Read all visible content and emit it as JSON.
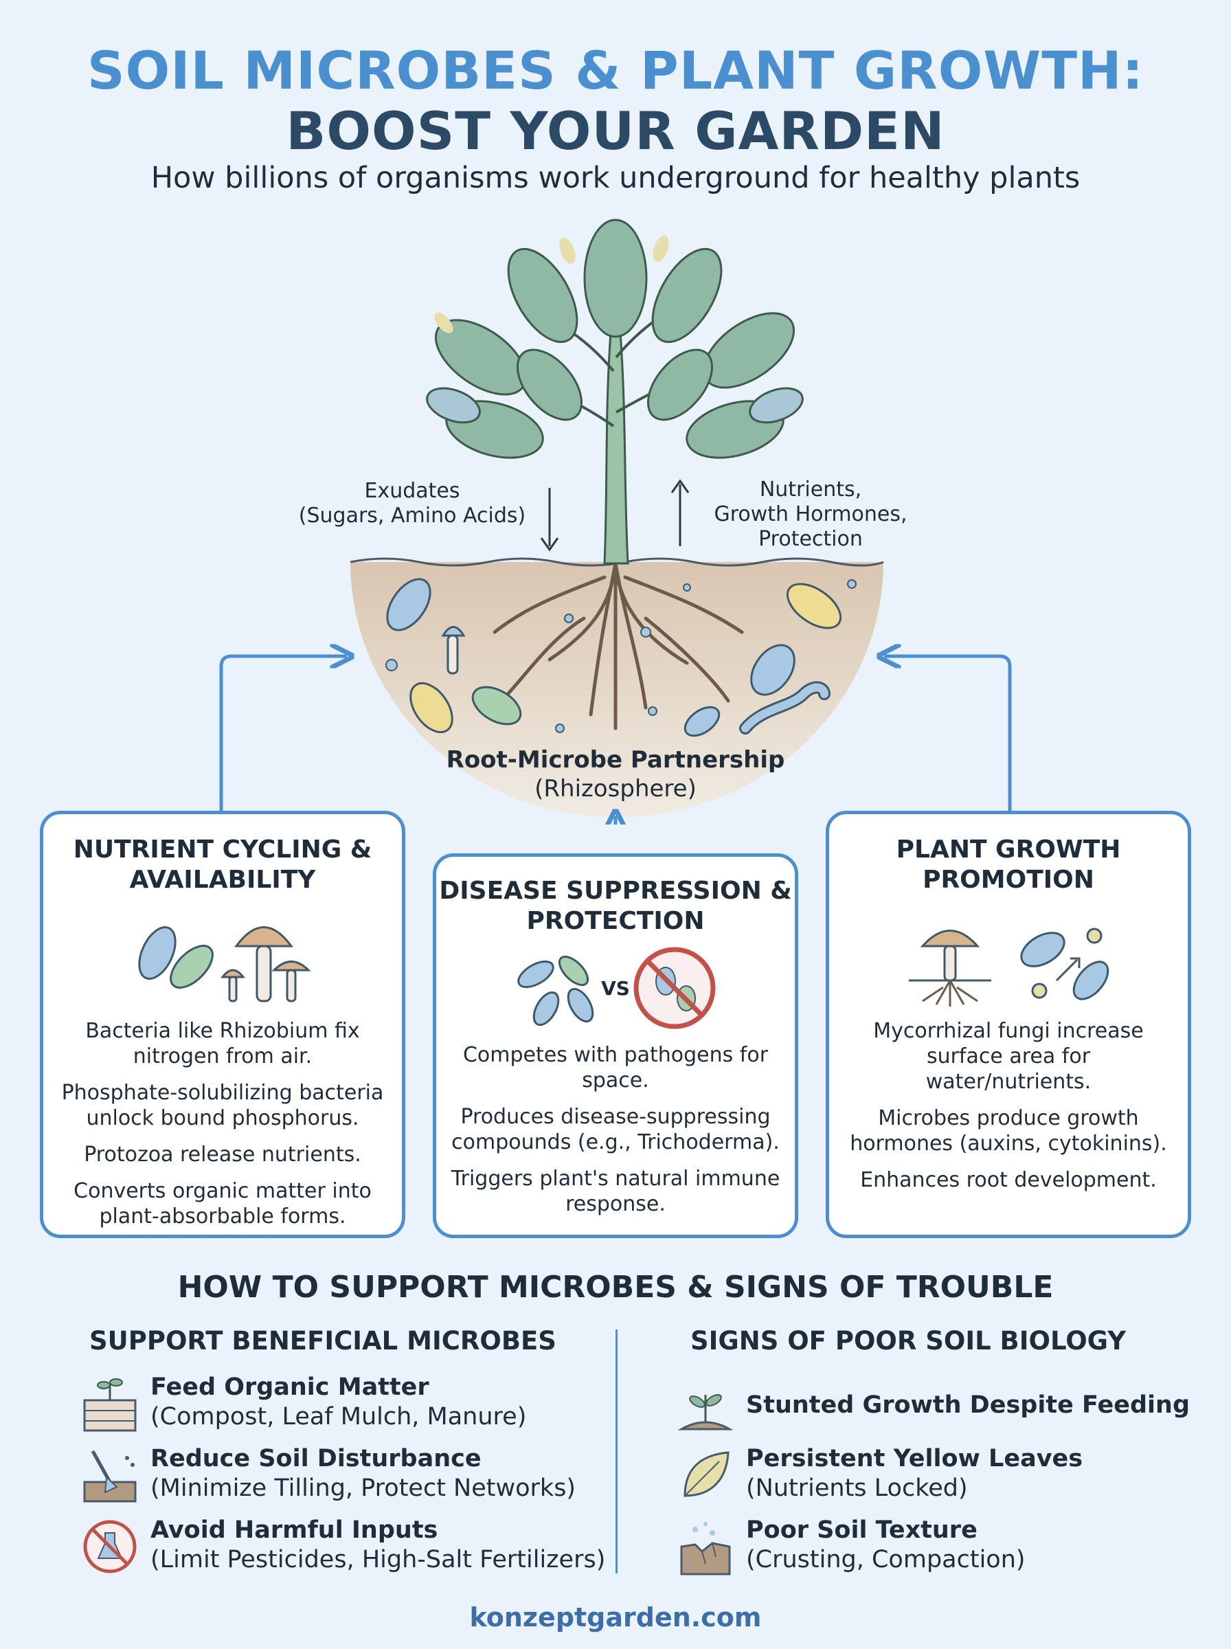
{
  "header": {
    "title_line1": "SOIL MICROBES & PLANT GROWTH:",
    "title_line2": "BOOST YOUR GARDEN",
    "subtitle": "How billions of organisms work underground for healthy plants"
  },
  "hero": {
    "exudates_line1": "Exudates",
    "exudates_line2": "(Sugars, Amino Acids)",
    "nutrients_line1": "Nutrients,",
    "nutrients_line2": "Growth Hormones,",
    "nutrients_line3": "Protection",
    "rhizosphere_title": "Root-Microbe Partnership",
    "rhizosphere_sub": "(Rhizosphere)"
  },
  "cards": {
    "nutrient": {
      "title": "NUTRIENT CYCLING & AVAILABILITY",
      "points": [
        "Bacteria like Rhizobium fix nitrogen from air.",
        "Phosphate-solubilizing bacteria unlock bound phosphorus.",
        "Protozoa release nutrients.",
        "Converts organic matter into plant-absorbable forms."
      ]
    },
    "disease": {
      "title": "DISEASE SUPPRESSION & PROTECTION",
      "vs": "VS",
      "points": [
        "Competes with pathogens for space.",
        "Produces disease-suppressing compounds (e.g., Trichoderma).",
        "Triggers plant's natural immune response."
      ]
    },
    "growth": {
      "title": "PLANT GROWTH PROMOTION",
      "points": [
        "Mycorrhizal fungi increase surface area for water/nutrients.",
        "Microbes produce growth hormones (auxins, cytokinins).",
        "Enhances root development."
      ]
    }
  },
  "support_section": {
    "title": "HOW TO SUPPORT MICROBES & SIGNS OF TROUBLE",
    "support": {
      "title": "SUPPORT BENEFICIAL MICROBES",
      "items": [
        {
          "heading": "Feed Organic Matter",
          "detail": "(Compost, Leaf Mulch, Manure)",
          "icon": "compost-bin-icon"
        },
        {
          "heading": "Reduce Soil Disturbance",
          "detail": "(Minimize Tilling, Protect Networks)",
          "icon": "trowel-icon"
        },
        {
          "heading": "Avoid Harmful Inputs",
          "detail": "(Limit Pesticides, High-Salt Fertilizers)",
          "icon": "no-chemicals-icon"
        }
      ]
    },
    "signs": {
      "title": "SIGNS OF POOR SOIL BIOLOGY",
      "items": [
        {
          "heading": "Stunted Growth Despite Feeding",
          "detail": "",
          "icon": "stunted-sprout-icon"
        },
        {
          "heading": "Persistent Yellow Leaves",
          "detail": "(Nutrients Locked)",
          "icon": "yellow-leaf-icon"
        },
        {
          "heading": "Poor Soil Texture",
          "detail": "(Crusting, Compaction)",
          "icon": "crusted-soil-icon"
        }
      ]
    }
  },
  "footer": "konzeptgarden.com",
  "colors": {
    "accent": "#4a8fd0",
    "title_dark": "#2c4a66",
    "background": "#eaf3fb",
    "soil": "#e8dccd"
  }
}
